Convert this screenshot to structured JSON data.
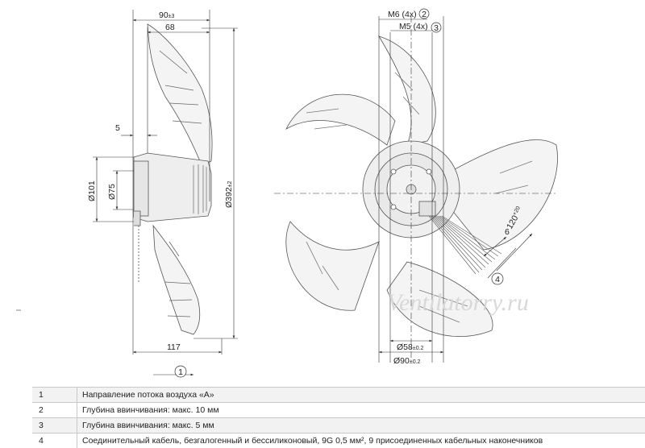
{
  "side_view": {
    "dim_total_depth": "90",
    "dim_total_depth_tol": "±3",
    "dim_depth_68": "68",
    "dim_5": "5",
    "dim_d101": "Ø101",
    "dim_d75": "Ø75",
    "dim_d392": "Ø392",
    "dim_d392_tol": "±2",
    "dim_117": "117",
    "flow_callout": "1"
  },
  "front_view": {
    "m6_label": "M6 (4x)",
    "m6_callout": "2",
    "m5_label": "M5 (4x)",
    "m5_callout": "3",
    "angle_label": "120",
    "angle_tol": "+20",
    "dim_6": "6",
    "cable_callout": "4",
    "d58_label": "Ø58",
    "d58_tol": "±0.2",
    "d90_label": "Ø90",
    "d90_tol": "±0.2"
  },
  "watermark": "Ventilatorry.ru",
  "legend": [
    {
      "num": "1",
      "text": "Направление потока воздуха «A»"
    },
    {
      "num": "2",
      "text": "Глубина ввинчивания: макс. 10 мм"
    },
    {
      "num": "3",
      "text": "Глубина ввинчивания: макс. 5 мм"
    },
    {
      "num": "4",
      "text": "Соединительный кабель, безгалогенный и бессиликоновый, 9G 0,5 мм², 9 присоединенных кабельных наконечников"
    }
  ]
}
